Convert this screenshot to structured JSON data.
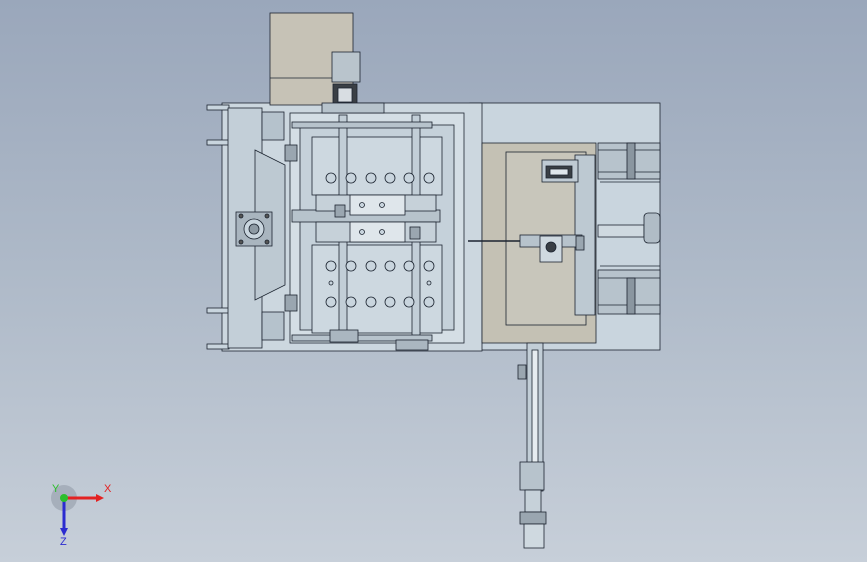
{
  "viewport": {
    "background_top": "#9aa7bb",
    "background_bottom": "#c7cfd9"
  },
  "model": {
    "edge_color": "#1c2430",
    "plate_fill": "#c9d5de",
    "motor_fill": "#c6c2b6",
    "carriage_fill": "#c4c1b4",
    "dark_fill": "#3a3f45"
  },
  "triad": {
    "x_label": "X",
    "y_label": "Y",
    "z_label": "Z",
    "x_color": "#e32222",
    "y_color": "#2bbf2b",
    "z_color": "#2b2bd0"
  }
}
